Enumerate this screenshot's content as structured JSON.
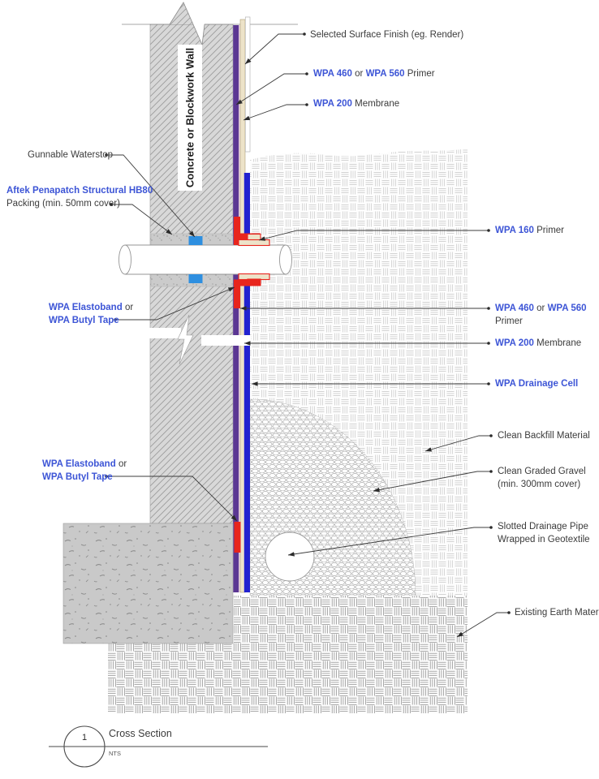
{
  "colors": {
    "label_blue": "#3D55D6",
    "label_black": "#3B3B3B",
    "membrane_purple": "#5B3793",
    "primer_cream": "#EDE3C9",
    "drainage_blue": "#2222CF",
    "tape_red": "#E8251D",
    "waterstop_blue": "#2E8FE0"
  },
  "drawing": {
    "wall_label": "Concrete or Blockwork Wall",
    "labels": {
      "surface_finish": {
        "text": "Selected Surface Finish (eg. Render)"
      },
      "primer_top": {
        "b1": "WPA 460",
        "or": "or",
        "b2": "WPA 560",
        "tail": "Primer"
      },
      "membrane_top": {
        "b1": "WPA 200",
        "tail": "Membrane"
      },
      "gunnable": {
        "text": "Gunnable Waterstop"
      },
      "penapatch": {
        "line1_blue": "Aftek Penapatch Structural HB80",
        "line2": "Packing (min. 50mm cover)"
      },
      "primer_160": {
        "b1": "WPA 160",
        "tail": "Primer"
      },
      "primer_right": {
        "b1": "WPA 460",
        "or": "or",
        "b2": "WPA 560",
        "line2": "Primer"
      },
      "membrane_right": {
        "b1": "WPA 200",
        "tail": "Membrane"
      },
      "elastoband_upper": {
        "b1": "WPA Elastoband",
        "or": "or",
        "b2": "WPA Butyl Tape"
      },
      "drainage_cell": {
        "b1": "WPA Drainage Cell"
      },
      "elastoband_lower": {
        "b1": "WPA Elastoband",
        "or": "or",
        "b2": "WPA Butyl Tape"
      },
      "backfill": {
        "text": "Clean Backfill Material"
      },
      "gravel": {
        "line1": "Clean Graded Gravel",
        "line2": "(min. 300mm cover)"
      },
      "drain_pipe": {
        "line1": "Slotted Drainage Pipe",
        "line2": "Wrapped in Geotextile"
      },
      "earth": {
        "text": "Existing Earth Material"
      }
    },
    "title_block": {
      "number": "1",
      "title": "Cross Section",
      "scale": "NTS"
    }
  }
}
